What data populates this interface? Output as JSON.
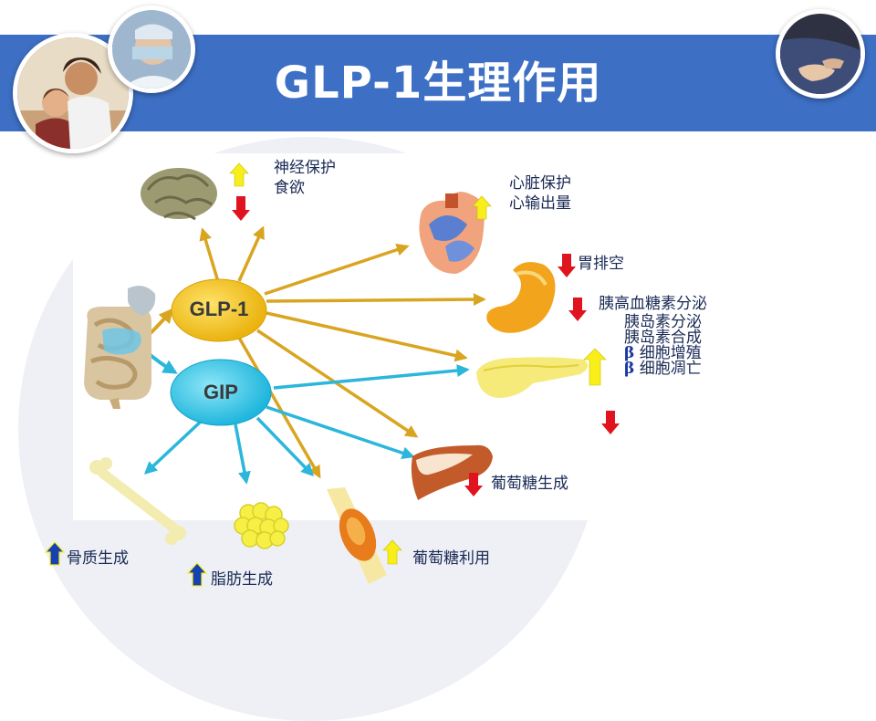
{
  "title": "GLP-1生理作用",
  "hormones": {
    "glp1": "GLP-1",
    "gip": "GIP"
  },
  "effects": {
    "neuroprotection": "神经保护",
    "appetite": "食欲",
    "cardioprotection": "心脏保护",
    "cardiac_output": "心输出量",
    "gastric_emptying": "胃排空",
    "glucagon_secretion": "胰高血糖素分泌",
    "insulin_secretion": "胰岛素分泌",
    "insulin_synthesis": "胰岛素合成",
    "beta_symbol": "β",
    "beta_proliferation": "细胞增殖",
    "beta_apoptosis": "细胞凋亡",
    "gluconeogenesis": "葡萄糖生成",
    "glucose_utilization": "葡萄糖利用",
    "bone_formation": "骨质生成",
    "fat_formation": "脂肪生成"
  },
  "colors": {
    "title_band": "#3d6fc4",
    "glp1_fill": "#f5c518",
    "glp1_arrow": "#d9a521",
    "gip_fill": "#29c6ea",
    "gip_arrow": "#2bb6dc",
    "up_yellow": "#f7ee1a",
    "down_red": "#e0141e",
    "up_blue": "#1741b0"
  },
  "icons": [
    "brain-icon",
    "heart-icon",
    "stomach-icon",
    "pancreas-icon",
    "liver-icon",
    "muscle-icon",
    "fat-icon",
    "bone-icon",
    "intestine-icon"
  ]
}
